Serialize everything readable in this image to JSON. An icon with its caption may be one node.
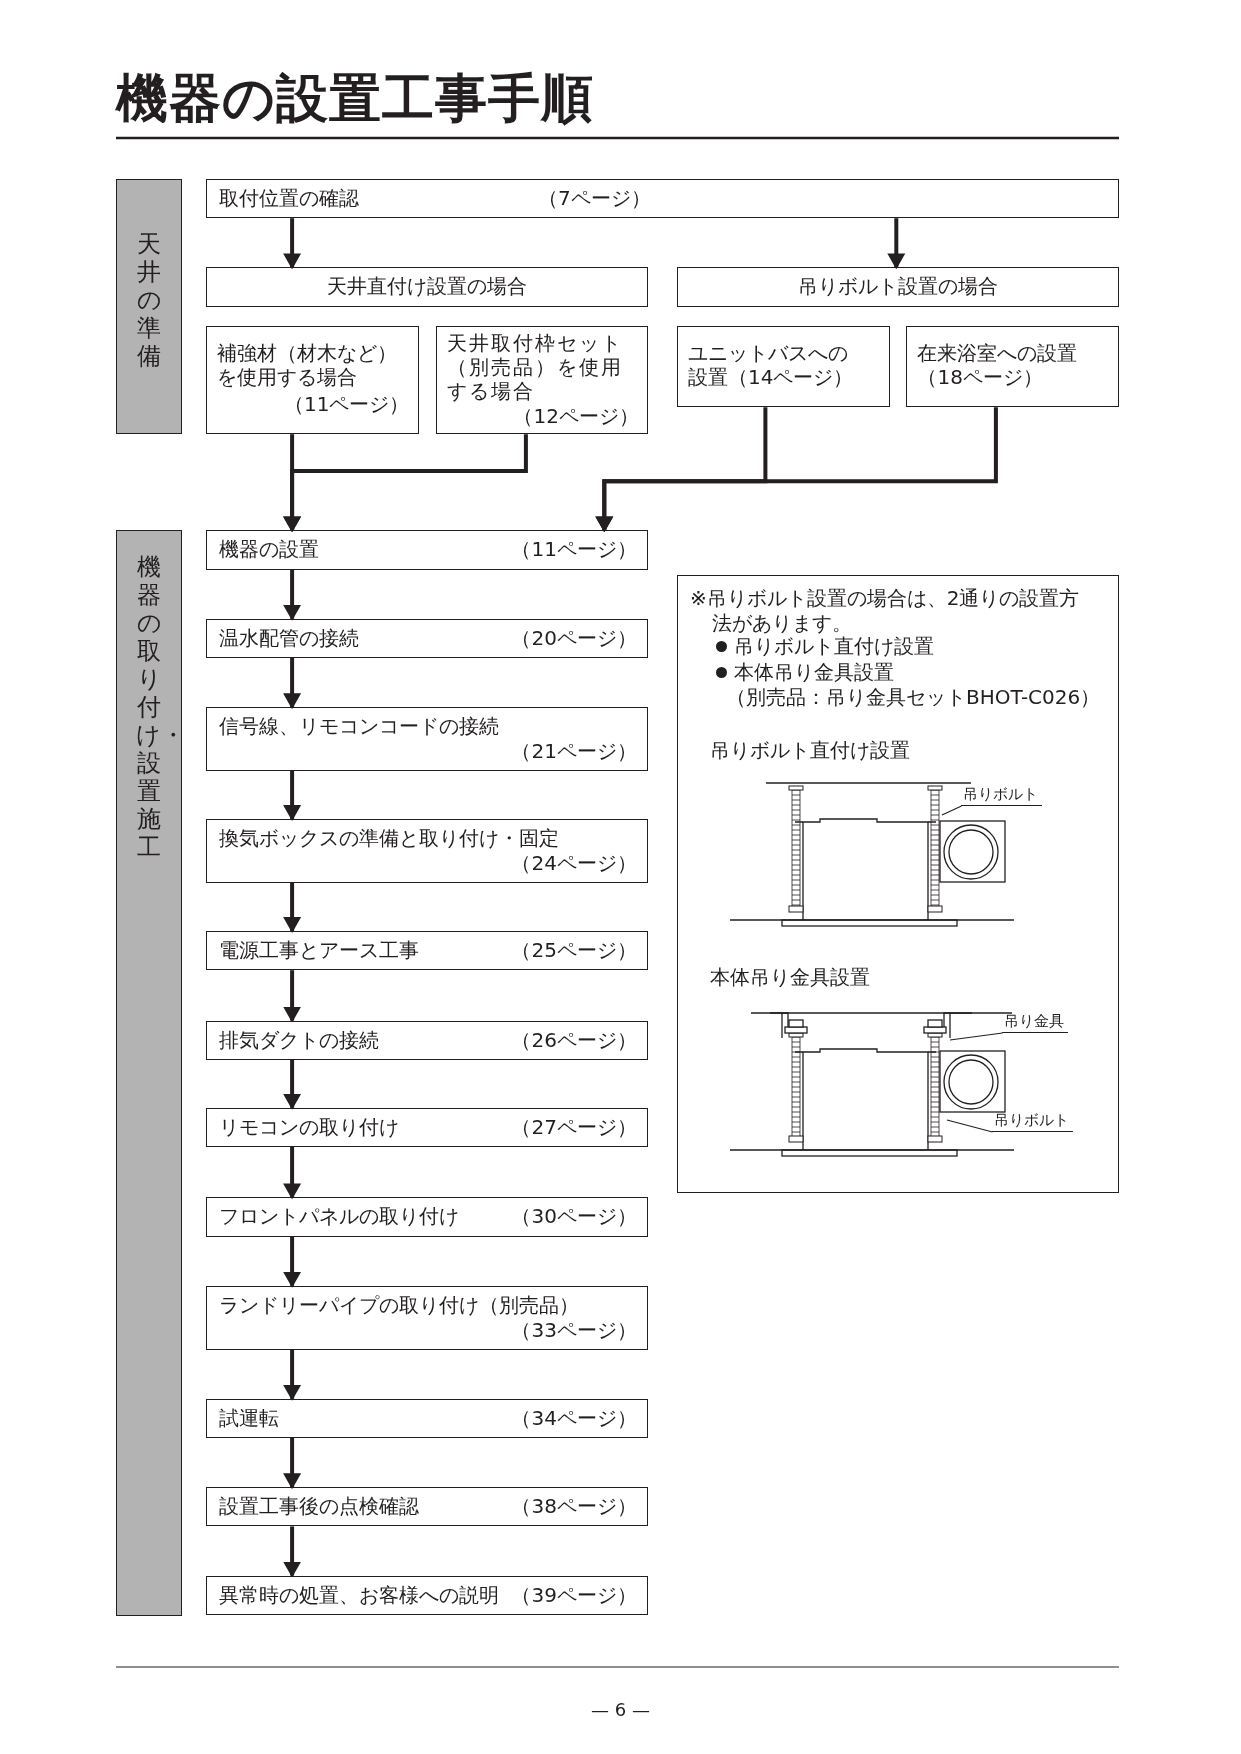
{
  "diagram": {
    "title": "機器の設置工事手順",
    "nodes": [
      {
        "text": [
          "天井の準備"
        ]
      },
      {
        "text": [
          "取付位置の確認",
          "（7ページ）"
        ]
      },
      {
        "text": [
          "天井直付け設置の場合"
        ]
      },
      {
        "text": [
          "吊りボルト設置の場合"
        ]
      },
      {
        "text": [
          "補強材（材木など）を使用する場合",
          "（11ページ）"
        ]
      },
      {
        "text": [
          "天井取付枠セット（別売品）を使用する場合",
          "（12ページ）"
        ]
      },
      {
        "text": [
          "ユニットバスへの設置（14ページ）"
        ]
      },
      {
        "text": [
          "在来浴室への設置（18ページ）"
        ]
      },
      {
        "text": [
          "機器の取り付け・設置施工"
        ]
      },
      {
        "text": [
          "機器の設置",
          "（11ページ）"
        ]
      },
      {
        "text": [
          "温水配管の接続",
          "（20ページ）"
        ]
      },
      {
        "text": [
          "信号線、リモコンコードの接続",
          "（21ページ）"
        ]
      },
      {
        "text": [
          "換気ボックスの準備と取り付け・固定",
          "（24ページ）"
        ]
      },
      {
        "text": [
          "電源工事とアース工事",
          "（25ページ）"
        ]
      },
      {
        "text": [
          "排気ダクトの接続",
          "（26ページ）"
        ]
      },
      {
        "text": [
          "リモコンの取り付け",
          "（27ページ）"
        ]
      },
      {
        "text": [
          "フロントパネルの取り付け",
          "（30ページ）"
        ]
      },
      {
        "text": [
          "ランドリーパイプの取り付け（別売品）",
          "（33ページ）"
        ]
      },
      {
        "text": [
          "試運転",
          "（34ページ）"
        ]
      },
      {
        "text": [
          "設置工事後の点検確認",
          "（38ページ）"
        ]
      },
      {
        "text": [
          "異常時の処置、お客様への説明",
          "（39ページ）"
        ]
      },
      {
        "text": [
          "※吊りボルト設置の場合は、2通りの設置方法があります。",
          "吊りボルト直付け設置",
          "本体吊り金具設置",
          "（別売品：吊り金具セットBHOT-C026）",
          "吊りボルト直付け設置",
          "本体吊り金具設置"
        ]
      },
      {
        "text": [
          "吊りボルト"
        ],
        "in": 21
      },
      {
        "text": [
          "吊り金具"
        ],
        "in": 21
      },
      {
        "text": [
          "吊りボルト"
        ],
        "in": 21
      }
    ],
    "edges": [
      {
        "from": 1,
        "to": 2,
        "arrow": "to"
      },
      {
        "from": 1,
        "to": 3,
        "arrow": "to"
      },
      {
        "from": 4,
        "to": 9,
        "arrow": "to"
      },
      {
        "from": 5,
        "to": 9,
        "arrow": "to"
      },
      {
        "from": 6,
        "to": 9,
        "arrow": "to"
      },
      {
        "from": 7,
        "to": 9,
        "arrow": "to"
      },
      {
        "from": 9,
        "to": 10,
        "arrow": "to"
      },
      {
        "from": 10,
        "to": 11,
        "arrow": "to"
      },
      {
        "from": 11,
        "to": 12,
        "arrow": "to"
      },
      {
        "from": 12,
        "to": 13,
        "arrow": "to"
      },
      {
        "from": 13,
        "to": 14,
        "arrow": "to"
      },
      {
        "from": 14,
        "to": 15,
        "arrow": "to"
      },
      {
        "from": 15,
        "to": 16,
        "arrow": "to"
      },
      {
        "from": 16,
        "to": 17,
        "arrow": "to"
      },
      {
        "from": 17,
        "to": 18,
        "arrow": "to"
      },
      {
        "from": 18,
        "to": 19,
        "arrow": "to"
      },
      {
        "from": 19,
        "to": 20,
        "arrow": "to"
      },
      {
        "from": 22,
        "to": null,
        "arrow": "none"
      },
      {
        "from": 23,
        "to": null,
        "arrow": "none"
      },
      {
        "from": 24,
        "to": null,
        "arrow": "none"
      }
    ],
    "labels": [
      "— 6 —"
    ]
  }
}
